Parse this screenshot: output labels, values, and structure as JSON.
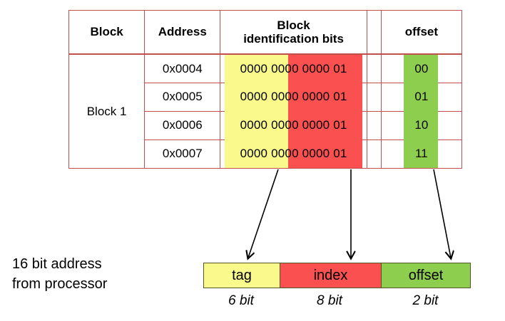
{
  "table": {
    "headers": [
      "Block",
      "Address",
      "Block\nidentification bits",
      "",
      "offset"
    ],
    "header_block": "Block",
    "header_address": "Address",
    "header_bits_line1": "Block",
    "header_bits_line2": "identification bits",
    "header_offset": "offset",
    "block_label": "Block 1",
    "rows": [
      {
        "address": "0x0004",
        "bits": "0000 0000 0000 01",
        "offset": "00"
      },
      {
        "address": "0x0005",
        "bits": "0000 0000 0000 01",
        "offset": "01"
      },
      {
        "address": "0x0006",
        "bits": "0000 0000 0000 01",
        "offset": "10"
      },
      {
        "address": "0x0007",
        "bits": "0000 0000 0000 01",
        "offset": "11"
      }
    ]
  },
  "caption": {
    "line1": "16 bit address",
    "line2": "from processor"
  },
  "field_bar": {
    "segments": [
      {
        "label": "tag",
        "bits": "6 bit",
        "color": "#fafa8c"
      },
      {
        "label": "index",
        "bits": "8 bit",
        "color": "#fb5050"
      },
      {
        "label": "offset",
        "bits": "2 bit",
        "color": "#8ece4f"
      }
    ]
  },
  "colors": {
    "tag": "#fafa8c",
    "index": "#fb5050",
    "offset": "#8ece4f",
    "table_border": "#c0504d",
    "bar_border": "#55552b",
    "arrow": "#000000"
  }
}
